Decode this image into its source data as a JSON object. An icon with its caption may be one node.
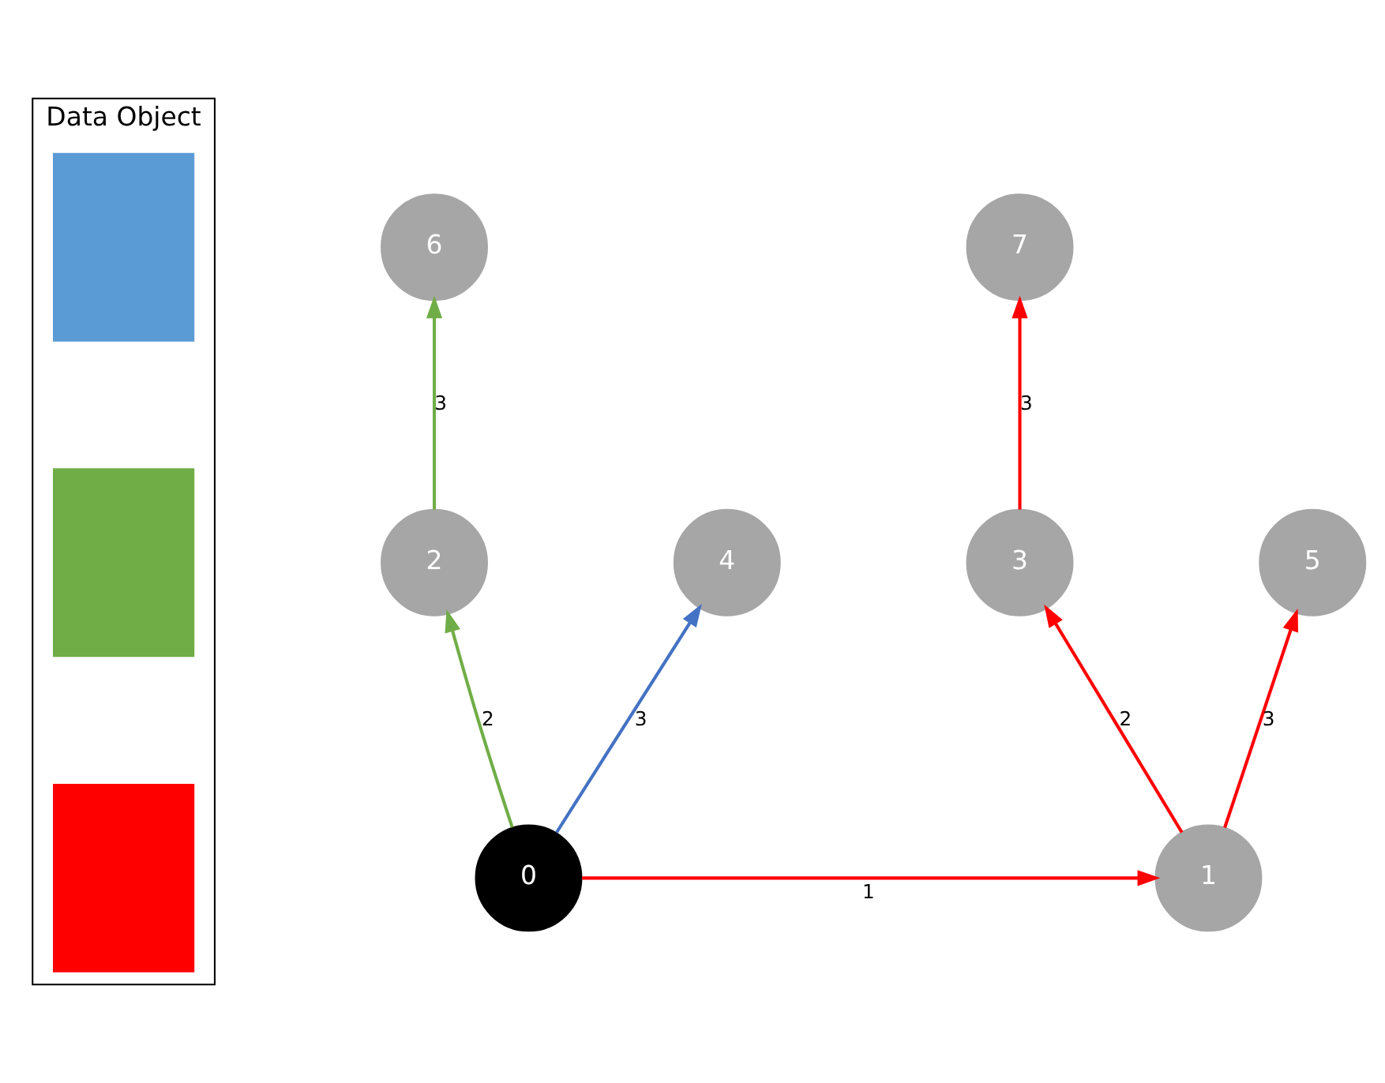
{
  "diagram": {
    "nodes": [
      {
        "text": [
          "0"
        ]
      },
      {
        "text": [
          "1"
        ]
      },
      {
        "text": [
          "2"
        ]
      },
      {
        "text": [
          "3"
        ]
      },
      {
        "text": [
          "4"
        ]
      },
      {
        "text": [
          "5"
        ]
      },
      {
        "text": [
          "6"
        ]
      },
      {
        "text": [
          "7"
        ]
      },
      {
        "text": [
          "Data Object"
        ]
      },
      {
        "text": [],
        "shape": "box",
        "in": 8
      },
      {
        "text": [],
        "shape": "box",
        "in": 8
      },
      {
        "text": [],
        "shape": "box",
        "in": 8
      }
    ],
    "edges": [
      {
        "from": 0,
        "to": 1,
        "arrow": "to",
        "label": "1"
      },
      {
        "from": 0,
        "to": 2,
        "arrow": "to",
        "label": "2",
        "color": "#70ad47"
      },
      {
        "from": 0,
        "to": 4,
        "arrow": "to",
        "label": "3",
        "color": "#4472c4"
      },
      {
        "from": 2,
        "to": 6,
        "arrow": "to",
        "label": "3",
        "color": "#70ad47"
      },
      {
        "from": 1,
        "to": 3,
        "arrow": "to",
        "label": "2"
      },
      {
        "from": 1,
        "to": 5,
        "arrow": "to",
        "label": "3"
      },
      {
        "from": 3,
        "to": 7,
        "arrow": "to",
        "label": "3"
      }
    ]
  }
}
